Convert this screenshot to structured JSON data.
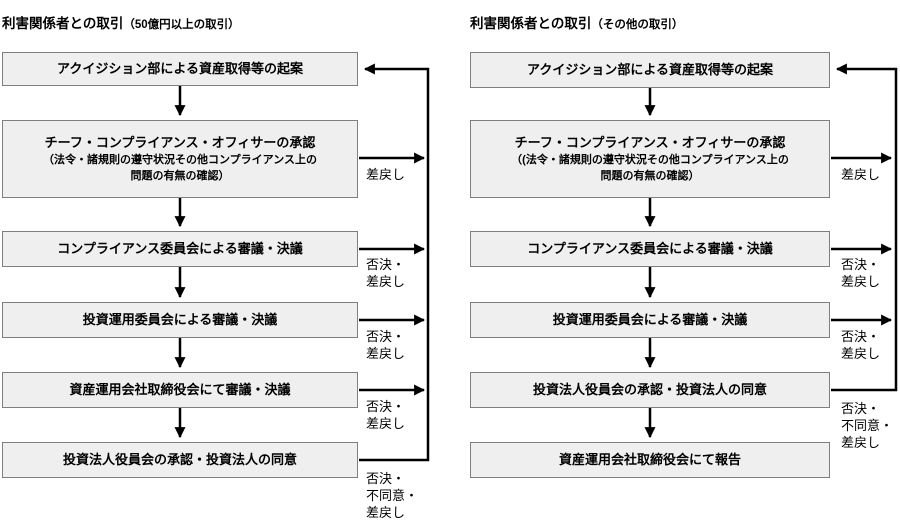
{
  "left": {
    "title": "利害関係者との取引",
    "title_sub": "（50億円以上の取引）",
    "boxes": [
      {
        "text": "アクイジション部による資産取得等の起案"
      },
      {
        "text": "チーフ・コンプライアンス・オフィサーの承認",
        "sub1": "（法令・諸規則の遵守状況その他コンプライアンス上の",
        "sub2": "問題の有無の確認）"
      },
      {
        "text": "コンプライアンス委員会による審議・決議"
      },
      {
        "text": "投資運用委員会による審議・決議"
      },
      {
        "text": "資産運用会社取締役会にて審議・決議"
      },
      {
        "text": "投資法人役員会の承認・投資法人の同意"
      }
    ],
    "flow_labels": [
      {
        "lines": [
          "差戻し"
        ]
      },
      {
        "lines": [
          "否決・",
          "差戻し"
        ]
      },
      {
        "lines": [
          "否決・",
          "差戻し"
        ]
      },
      {
        "lines": [
          "否決・",
          "差戻し"
        ]
      },
      {
        "lines": [
          "否決・",
          "不同意・",
          "差戻し"
        ]
      }
    ]
  },
  "right": {
    "title": "利害関係者との取引",
    "title_sub": "（その他の取引）",
    "boxes": [
      {
        "text": "アクイジション部による資産取得等の起案"
      },
      {
        "text": "チーフ・コンプライアンス・オフィサーの承認",
        "sub1": "（(法令・諸規則の遵守状況その他コンプライアンス上の",
        "sub2": "問題の有無の確認）"
      },
      {
        "text": "コンプライアンス委員会による審議・決議"
      },
      {
        "text": "投資運用委員会による審議・決議"
      },
      {
        "text": "投資法人役員会の承認・投資法人の同意"
      },
      {
        "text": "資産運用会社取締役会にて報告"
      }
    ],
    "flow_labels": [
      {
        "lines": [
          "差戻し"
        ]
      },
      {
        "lines": [
          "否決・",
          "差戻し"
        ]
      },
      {
        "lines": [
          "否決・",
          "差戻し"
        ]
      },
      {
        "lines": [
          "否決・",
          "不同意・",
          "差戻し"
        ]
      }
    ]
  }
}
